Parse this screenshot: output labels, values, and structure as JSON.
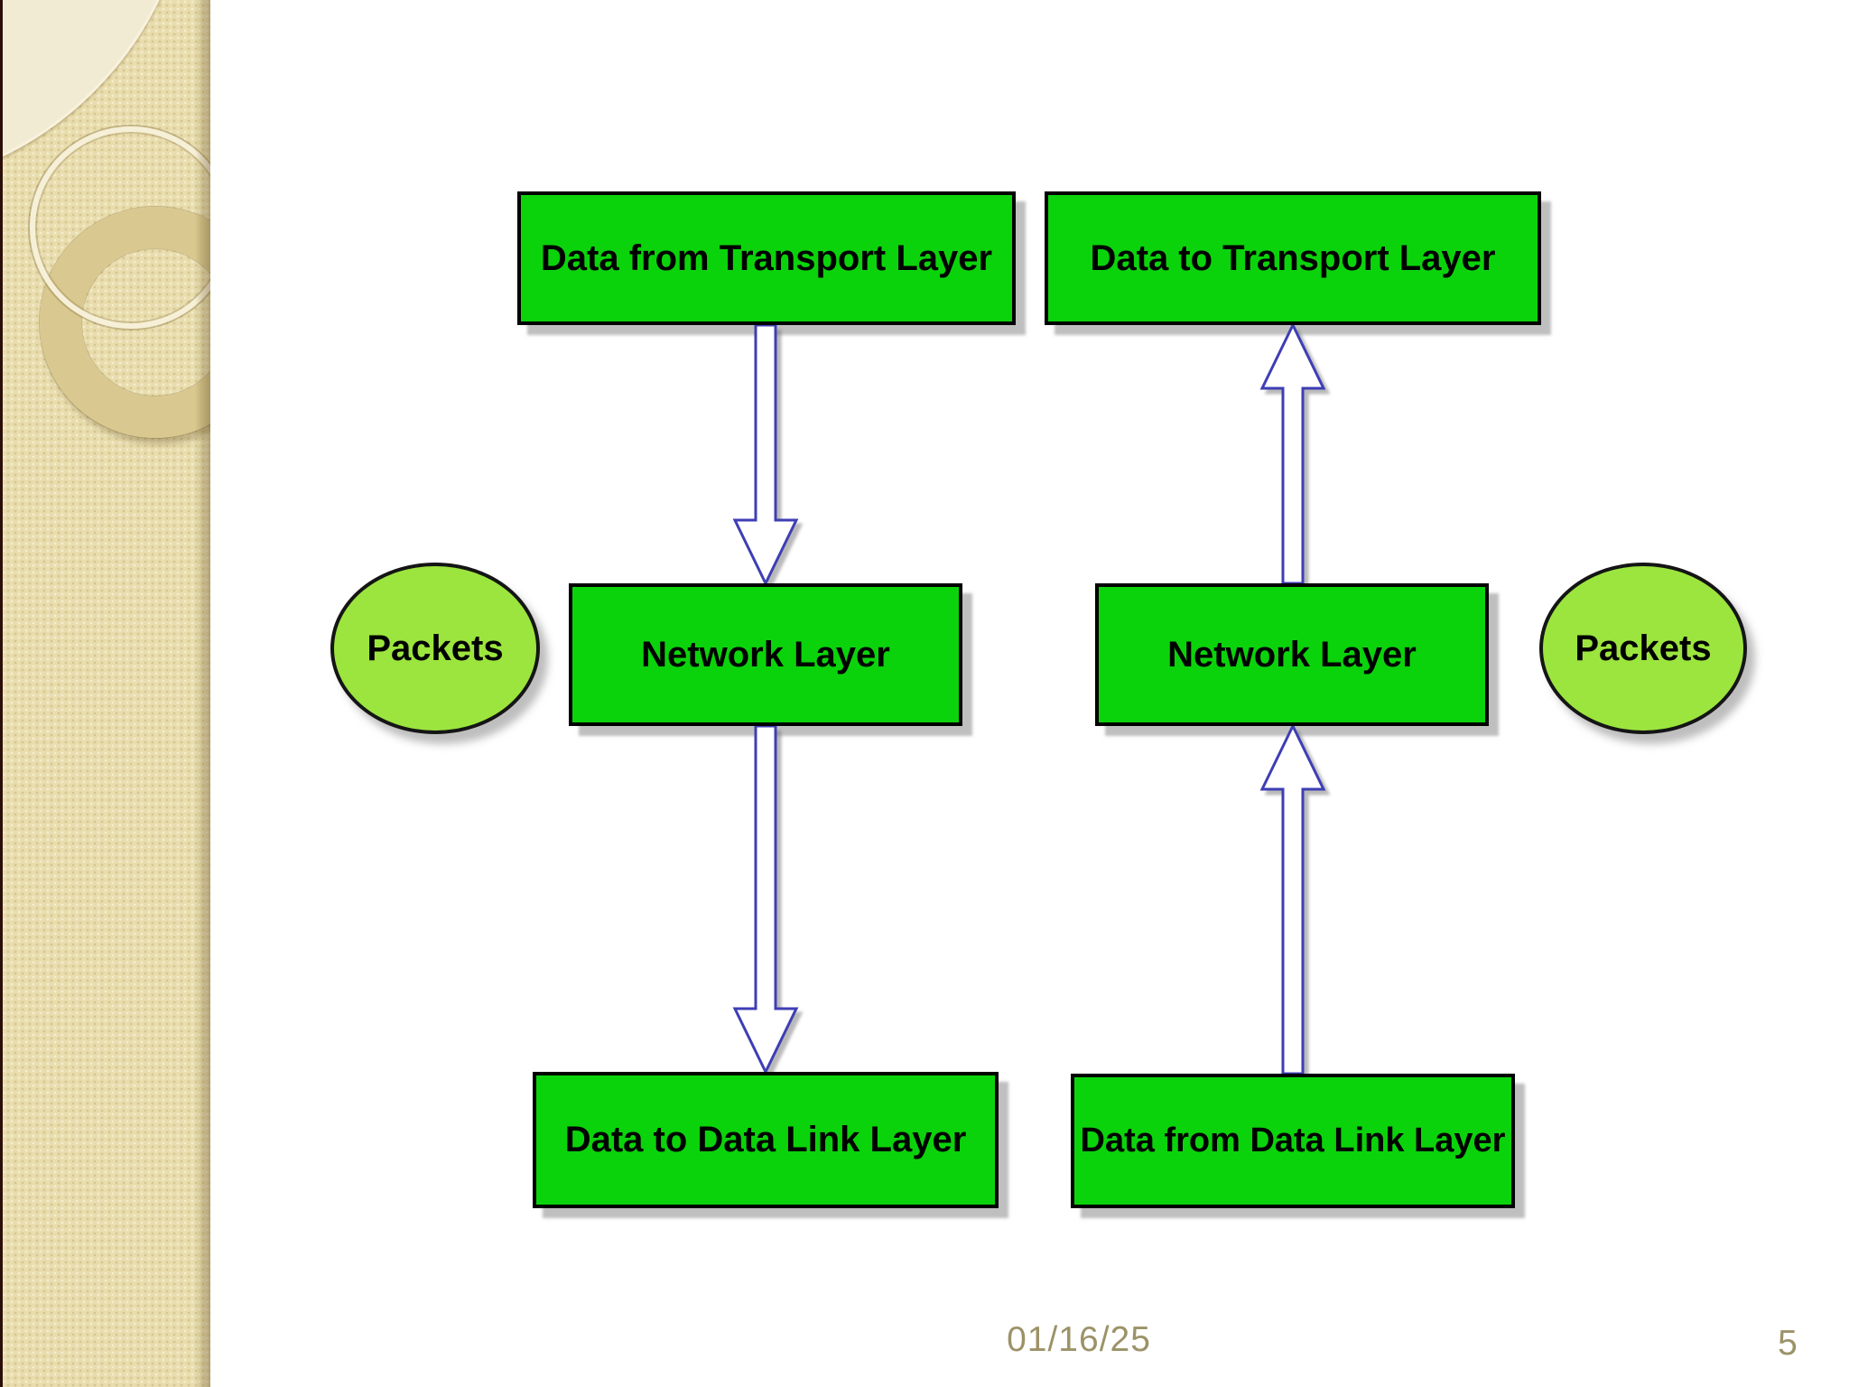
{
  "slide": {
    "footer_date": "01/16/25",
    "page_number": "5"
  },
  "diagram": {
    "sending_flow": {
      "direction": "down",
      "top_box": "Data from Transport Layer",
      "middle_box": "Network Layer",
      "bottom_box": "Data to Data Link Layer",
      "side_label": "Packets"
    },
    "receiving_flow": {
      "direction": "up",
      "top_box": "Data to Transport Layer",
      "middle_box": "Network Layer",
      "bottom_box": "Data from Data Link Layer",
      "side_label": "Packets"
    },
    "colors": {
      "box_fill": "#0bd30b",
      "box_border": "#000000",
      "packet_ellipse_fill": "#9ce53e",
      "arrow_outline": "#3e3eb5",
      "arrow_fill": "#ffffff",
      "shadow_gray": "#808080",
      "footer_text": "#9c9268",
      "sidebar_background": "#e9ddad",
      "sidebar_edge_line": "#2b0e08"
    }
  }
}
